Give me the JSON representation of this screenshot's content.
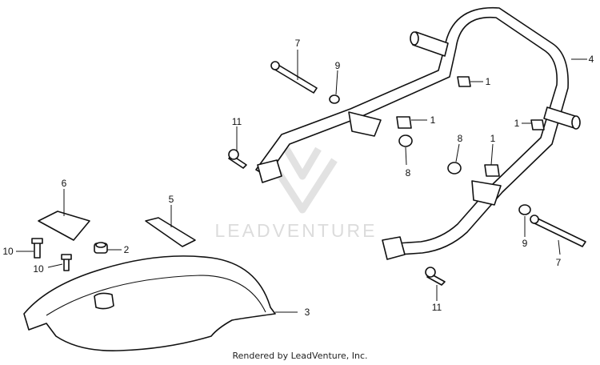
{
  "watermark": {
    "text": "LEADVENTURE"
  },
  "footer": {
    "text": "Rendered by LeadVenture, Inc."
  },
  "callouts": [
    {
      "id": "c7a",
      "label": "7"
    },
    {
      "id": "c9a",
      "label": "9"
    },
    {
      "id": "c1a",
      "label": "1"
    },
    {
      "id": "c4",
      "label": "4"
    },
    {
      "id": "c11a",
      "label": "11"
    },
    {
      "id": "c1b",
      "label": "1"
    },
    {
      "id": "c1c",
      "label": "1"
    },
    {
      "id": "c8a",
      "label": "8"
    },
    {
      "id": "c8b",
      "label": "8"
    },
    {
      "id": "c1d",
      "label": "1"
    },
    {
      "id": "c6",
      "label": "6"
    },
    {
      "id": "c5",
      "label": "5"
    },
    {
      "id": "c10a",
      "label": "10"
    },
    {
      "id": "c2",
      "label": "2"
    },
    {
      "id": "c10b",
      "label": "10"
    },
    {
      "id": "c9b",
      "label": "9"
    },
    {
      "id": "c7b",
      "label": "7"
    },
    {
      "id": "c3",
      "label": "3"
    },
    {
      "id": "c11b",
      "label": "11"
    }
  ]
}
